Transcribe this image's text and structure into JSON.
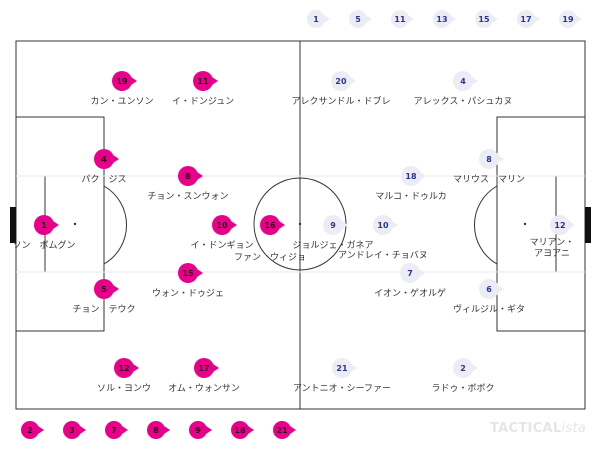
{
  "colors": {
    "home": "#e8008a",
    "away": "#ecedf4",
    "away_text": "#283593",
    "line": "#333333"
  },
  "home_players": [
    {
      "number": "19",
      "name": "カン・ユンソン"
    },
    {
      "number": "11",
      "name": "イ・ドンジュン"
    },
    {
      "number": "4",
      "name": "パク　ジス"
    },
    {
      "number": "8",
      "name": "チョン・スンウォン"
    },
    {
      "number": "1",
      "name": "ソン　ボムグン"
    },
    {
      "number": "10",
      "name": "イ・ドンギョン"
    },
    {
      "number": "16",
      "name": "ファン　ウィジョ"
    },
    {
      "number": "15",
      "name": "ウォン・ドゥジェ"
    },
    {
      "number": "5",
      "name": "チョン　テウク"
    },
    {
      "number": "12",
      "name": "ソル・ヨンウ"
    },
    {
      "number": "17",
      "name": "オム・ウォンサン"
    }
  ],
  "away_players": [
    {
      "number": "20",
      "name": "アレクサンドル・ドブレ"
    },
    {
      "number": "4",
      "name": "アレックス・パシュカヌ"
    },
    {
      "number": "18",
      "name": "マルコ・ドゥルカ"
    },
    {
      "number": "8",
      "name": "マリウス　マリン"
    },
    {
      "number": "9",
      "name": "ジョルジェ・ガネア"
    },
    {
      "number": "10",
      "name": "アンドレイ・チョバヌ"
    },
    {
      "number": "12",
      "name": "マリアン・\nアヨアニ"
    },
    {
      "number": "7",
      "name": "イオン・ゲオルゲ"
    },
    {
      "number": "6",
      "name": "ヴィルジル・ギタ"
    },
    {
      "number": "21",
      "name": "アントニオ・シーファー"
    },
    {
      "number": "2",
      "name": "ラドゥ・ボボク"
    }
  ],
  "away_subs": [
    "1",
    "5",
    "11",
    "13",
    "15",
    "17",
    "19"
  ],
  "home_subs": [
    "2",
    "3",
    "7",
    "8",
    "9",
    "18",
    "21"
  ],
  "brand": {
    "main": "TACTICAL",
    "suffix": "ista"
  }
}
